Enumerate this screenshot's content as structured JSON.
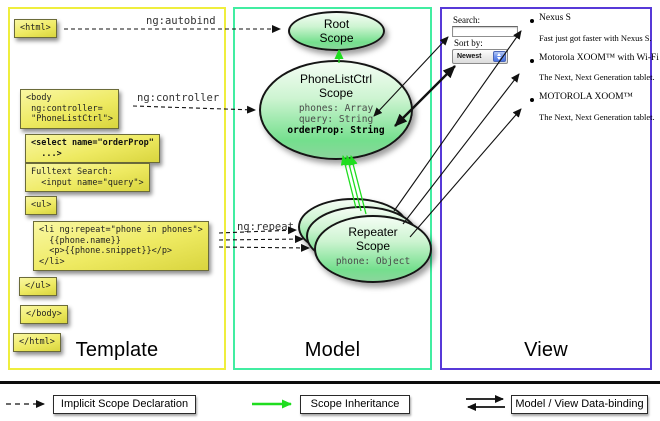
{
  "columns": {
    "template": {
      "title": "Template",
      "border_color": "#efee3d"
    },
    "model": {
      "title": "Model",
      "border_color": "#41eda1"
    },
    "view": {
      "title": "View",
      "border_color": "#5739d8"
    }
  },
  "template_boxes": {
    "html_open": "<html>",
    "body_open": "<body\n ng:controller=\n \"PhoneListCtrl\">",
    "select": "<select name=\"orderProp\"\n  ...>",
    "fulltext": "Fulltext Search:\n  <input name=\"query\">",
    "ul_open": "<ul>",
    "li_repeat": "<li ng:repeat=\"phone in phones\">\n  {{phone.name}}\n  <p>{{phone.snippet}}</p>\n</li>",
    "ul_close": "</ul>",
    "body_close": "</body>",
    "html_close": "</html>"
  },
  "directive_labels": {
    "autobind": "ng:autobind",
    "controller": "ng:controller",
    "repeat": "ng:repeat"
  },
  "scopes": {
    "root": {
      "title": "Root\nScope"
    },
    "phonelist": {
      "title": "PhoneListCtrl\nScope",
      "props": "phones: Array\nquery: String",
      "prop_bold": "orderProp: String"
    },
    "repeater": {
      "title": "Repeater\nScope",
      "prop": "phone: Object"
    }
  },
  "view_pane": {
    "search_label": "Search:",
    "sort_label": "Sort by:",
    "sort_value": "Newest",
    "items": [
      {
        "title": "Nexus S",
        "desc": "Fast just got faster with Nexus S."
      },
      {
        "title": "Motorola XOOM™ with Wi-Fi",
        "desc": "The Next, Next Generation tablet."
      },
      {
        "title": "MOTOROLA XOOM™",
        "desc": "The Next, Next Generation tablet."
      }
    ]
  },
  "legend": {
    "items": [
      {
        "symbol": "dashed-arrow",
        "label": "Implicit Scope Declaration"
      },
      {
        "symbol": "green-arrow",
        "label": "Scope Inheritance"
      },
      {
        "symbol": "double-arrow",
        "label": "Model / View Data-binding"
      }
    ]
  },
  "edges": [
    {
      "from": "html-tag",
      "to": "root-scope",
      "type": "implicit-scope-declaration",
      "label": "ng:autobind"
    },
    {
      "from": "body-tag",
      "to": "phonelistctrl-scope",
      "type": "implicit-scope-declaration",
      "label": "ng:controller"
    },
    {
      "from": "li-repeat-tag",
      "to": "repeater-scopes",
      "type": "implicit-scope-declaration",
      "label": "ng:repeat",
      "count": 3
    },
    {
      "from": "phonelistctrl-scope",
      "to": "root-scope",
      "type": "scope-inheritance"
    },
    {
      "from": "repeater-scopes",
      "to": "phonelistctrl-scope",
      "type": "scope-inheritance",
      "count": 3
    },
    {
      "from": "query-property",
      "to": "search-input",
      "type": "model-view-data-binding"
    },
    {
      "from": "orderProp-property",
      "to": "sort-dropdown",
      "type": "model-view-data-binding",
      "emphasis": "bold"
    },
    {
      "from": "repeater-scopes",
      "to": "view-list-items",
      "type": "model-view-data-binding",
      "count": 3
    }
  ],
  "colors": {
    "scope_fill_green": "#74df8d",
    "box_yellow": "#eeea62",
    "inheritance_green": "#1fdd1f",
    "arrow_black": "#111111"
  }
}
